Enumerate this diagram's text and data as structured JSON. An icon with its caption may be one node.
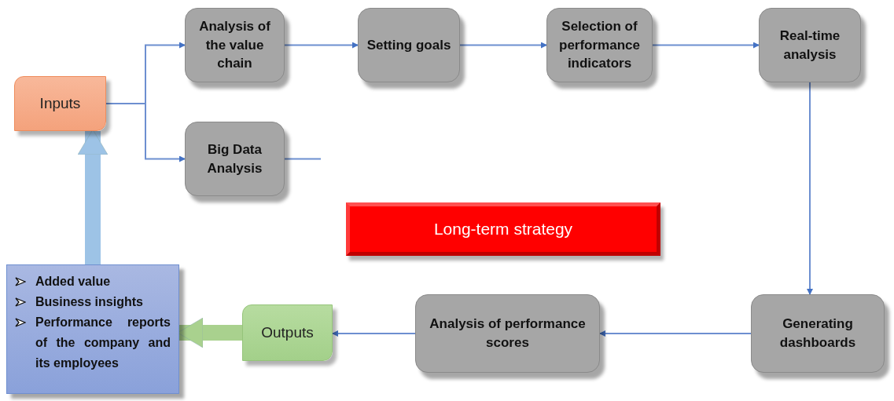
{
  "diagram": {
    "nodes": [
      {
        "text": [
          "Inputs"
        ]
      },
      {
        "text": [
          "Analysis of the value chain"
        ]
      },
      {
        "text": [
          "Setting goals"
        ]
      },
      {
        "text": [
          "Selection of performance indicators"
        ]
      },
      {
        "text": [
          "Real-time analysis"
        ]
      },
      {
        "text": [
          "Big Data Analysis"
        ]
      },
      {
        "text": [
          "Long-term strategy"
        ]
      },
      {
        "text": [
          "Generating dashboards"
        ]
      },
      {
        "text": [
          "Analysis of performance scores"
        ]
      },
      {
        "text": [
          "Outputs"
        ]
      },
      {
        "text": [
          "Added value",
          "Business insights",
          "Performance reports of the company and its employees"
        ]
      }
    ],
    "edges": [
      {
        "from": 0,
        "to": 1,
        "arrow": "to"
      },
      {
        "from": 0,
        "to": 5,
        "arrow": "to"
      },
      {
        "from": 1,
        "to": 2,
        "arrow": "to"
      },
      {
        "from": 2,
        "to": 3,
        "arrow": "to"
      },
      {
        "from": 3,
        "to": 4,
        "arrow": "to"
      },
      {
        "from": 5,
        "to": null,
        "arrow": "none"
      },
      {
        "from": 4,
        "to": 7,
        "arrow": "to"
      },
      {
        "from": 7,
        "to": 8,
        "arrow": "to"
      },
      {
        "from": 8,
        "to": 9,
        "arrow": "to"
      },
      {
        "from": 9,
        "to": 10,
        "arrow": "to",
        "style": "thick",
        "color": "#a9d18e"
      },
      {
        "from": 10,
        "to": 0,
        "arrow": "to",
        "style": "thick",
        "color": "#9dc3e6"
      }
    ]
  }
}
